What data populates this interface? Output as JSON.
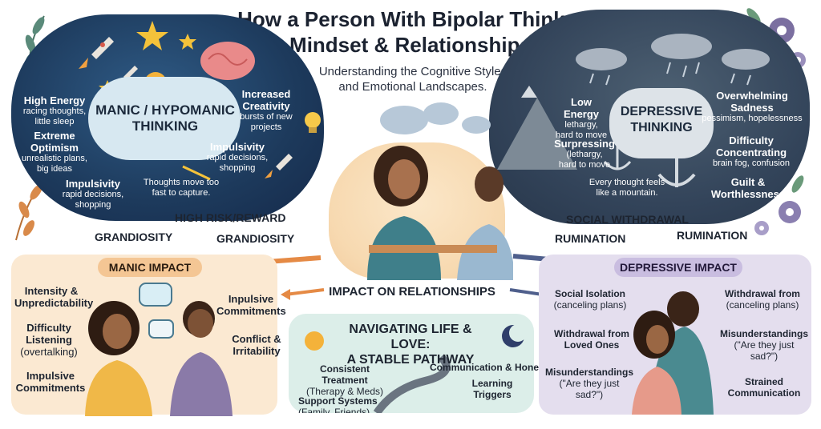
{
  "title_line1": "How a Person With Bipolar Thinks:",
  "title_line2": "Mindset & Relationships",
  "subtitle_line1": "Understanding the Cognitive Styles",
  "subtitle_line2": "and Emotional Landscapes.",
  "manic": {
    "thinking_line1": "MANIC / HYPOMANIC",
    "thinking_line2": "THINKING",
    "high_energy_title": "High Energy",
    "high_energy_desc1": "racing thoughts,",
    "high_energy_desc2": "little sleep",
    "optimism_title1": "Extreme",
    "optimism_title2": "Optimism",
    "optimism_desc1": "unrealistic plans,",
    "optimism_desc2": "big ideas",
    "impulsivity_title": "Impulsivity",
    "impulsivity_desc1": "rapid decisions,",
    "impulsivity_desc2": "shopping",
    "creativity_title1": "Increased",
    "creativity_title2": "Creativity",
    "creativity_desc1": "bursts of new",
    "creativity_desc2": "projects",
    "impulsivity2_title": "Impulsivity",
    "impulsivity2_desc1": "rapid decisions,",
    "impulsivity2_desc2": "shopping",
    "thoughts_note1": "Thoughts move too",
    "thoughts_note2": "fast to capture.",
    "high_risk": "HIGH RISK/REWARD",
    "grandiosity_left": "GRANDIOSITY",
    "grandiosity_right": "GRANDIOSITY"
  },
  "depressive": {
    "thinking_line1": "DEPRESSIVE",
    "thinking_line2": "THINKING",
    "low_energy_title": "Low Energy",
    "low_energy_desc1": "lethargy,",
    "low_energy_desc2": "hard to move",
    "surpressing_title": "Surpressing",
    "surpressing_desc1": "(lethargy,",
    "surpressing_desc2": "hard to move",
    "sadness_title1": "Overwhelming",
    "sadness_title2": "Sadness",
    "sadness_desc": "pessimism, hopelessness",
    "concentrating_title1": "Difficulty",
    "concentrating_title2": "Concentrating",
    "concentrating_desc": "brain fog, confusion",
    "guilt_title1": "Guilt &",
    "guilt_title2": "Worthlessness",
    "mountain_note1": "Every thought feels",
    "mountain_note2": "like a mountain.",
    "social_withdrawal": "SOCIAL WITHDRAWAL",
    "rumination_left": "RUMINATION",
    "rumination_right": "RUMINATION"
  },
  "manic_impact": {
    "heading": "MANIC IMPACT",
    "intensity1": "Intensity &",
    "intensity2": "Unpredictability",
    "listening1": "Difficulty",
    "listening2": "Listening",
    "listening3": "(overtalking)",
    "impulsive1": "Impulsive",
    "impulsive2": "Commitments",
    "inpulsive1": "Inpulsive",
    "inpulsive2": "Commitments",
    "conflict1": "Conflict &",
    "conflict2": "Irritability"
  },
  "impact_center": "IMPACT ON RELATIONSHIPS",
  "depressive_impact": {
    "heading": "DEPRESSIVE IMPACT",
    "isolation1": "Social Isolation",
    "isolation2": "(canceling plans)",
    "withdrawal_a1": "Withdrawal from",
    "withdrawal_a2": "(canceling plans)",
    "withdrawal_b1": "Withdrawal from",
    "withdrawal_b2": "Loved Ones",
    "misund_a1": "Misunderstandings",
    "misund_a2": "(\"Are they just",
    "misund_a3": "sad?\")",
    "misund_b1": "Misunderstandings",
    "misund_b2": "(\"Are they just",
    "misund_b3": "sad?\")",
    "strained1": "Strained",
    "strained2": "Communication"
  },
  "navigating": {
    "heading1": "NAVIGATING LIFE & LOVE:",
    "heading2": "A STABLE PATHWAY",
    "treatment1": "Consistent Treatment",
    "treatment2": "(Therapy & Meds)",
    "communication": "Communication & Honesty",
    "learning1": "Learning",
    "learning2": "Triggers",
    "support1": "Support Systems",
    "support2": "(Family, Friends)"
  },
  "colors": {
    "manic_cloud": "#1d3a5c",
    "depressive_cloud": "#33445a",
    "manic_panel": "#fbe9d2",
    "depressive_panel": "#e4deee",
    "navigating_panel": "#dceee9",
    "manic_arrow": "#e58a45",
    "depressive_arrow": "#4f5f8c"
  }
}
